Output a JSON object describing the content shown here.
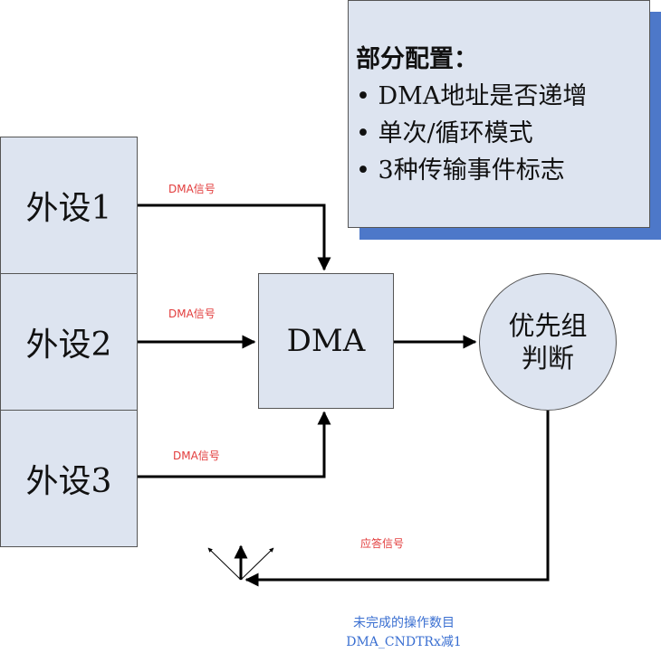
{
  "peripherals": [
    {
      "label": "外设1"
    },
    {
      "label": "外设2"
    },
    {
      "label": "外设3"
    }
  ],
  "dma_box": {
    "label": "DMA"
  },
  "priority": {
    "line1": "优先组",
    "line2": "判断"
  },
  "config": {
    "title": "部分配置：",
    "items": [
      "DMA地址是否递增",
      "单次/循环模式",
      "3种传输事件标志"
    ],
    "bullet": "•"
  },
  "signals": {
    "s1": "DMA信号",
    "s2": "DMA信号",
    "s3": "DMA信号",
    "ack": "应答信号"
  },
  "bottom_note": {
    "line1": "未完成的操作数目",
    "line2": "DMA_CNDTRx减1"
  },
  "colors": {
    "box_fill": "#dde4f0",
    "shadow": "#4d78c9",
    "signal_label": "#e23b3b",
    "note_label": "#3a6fd1"
  }
}
